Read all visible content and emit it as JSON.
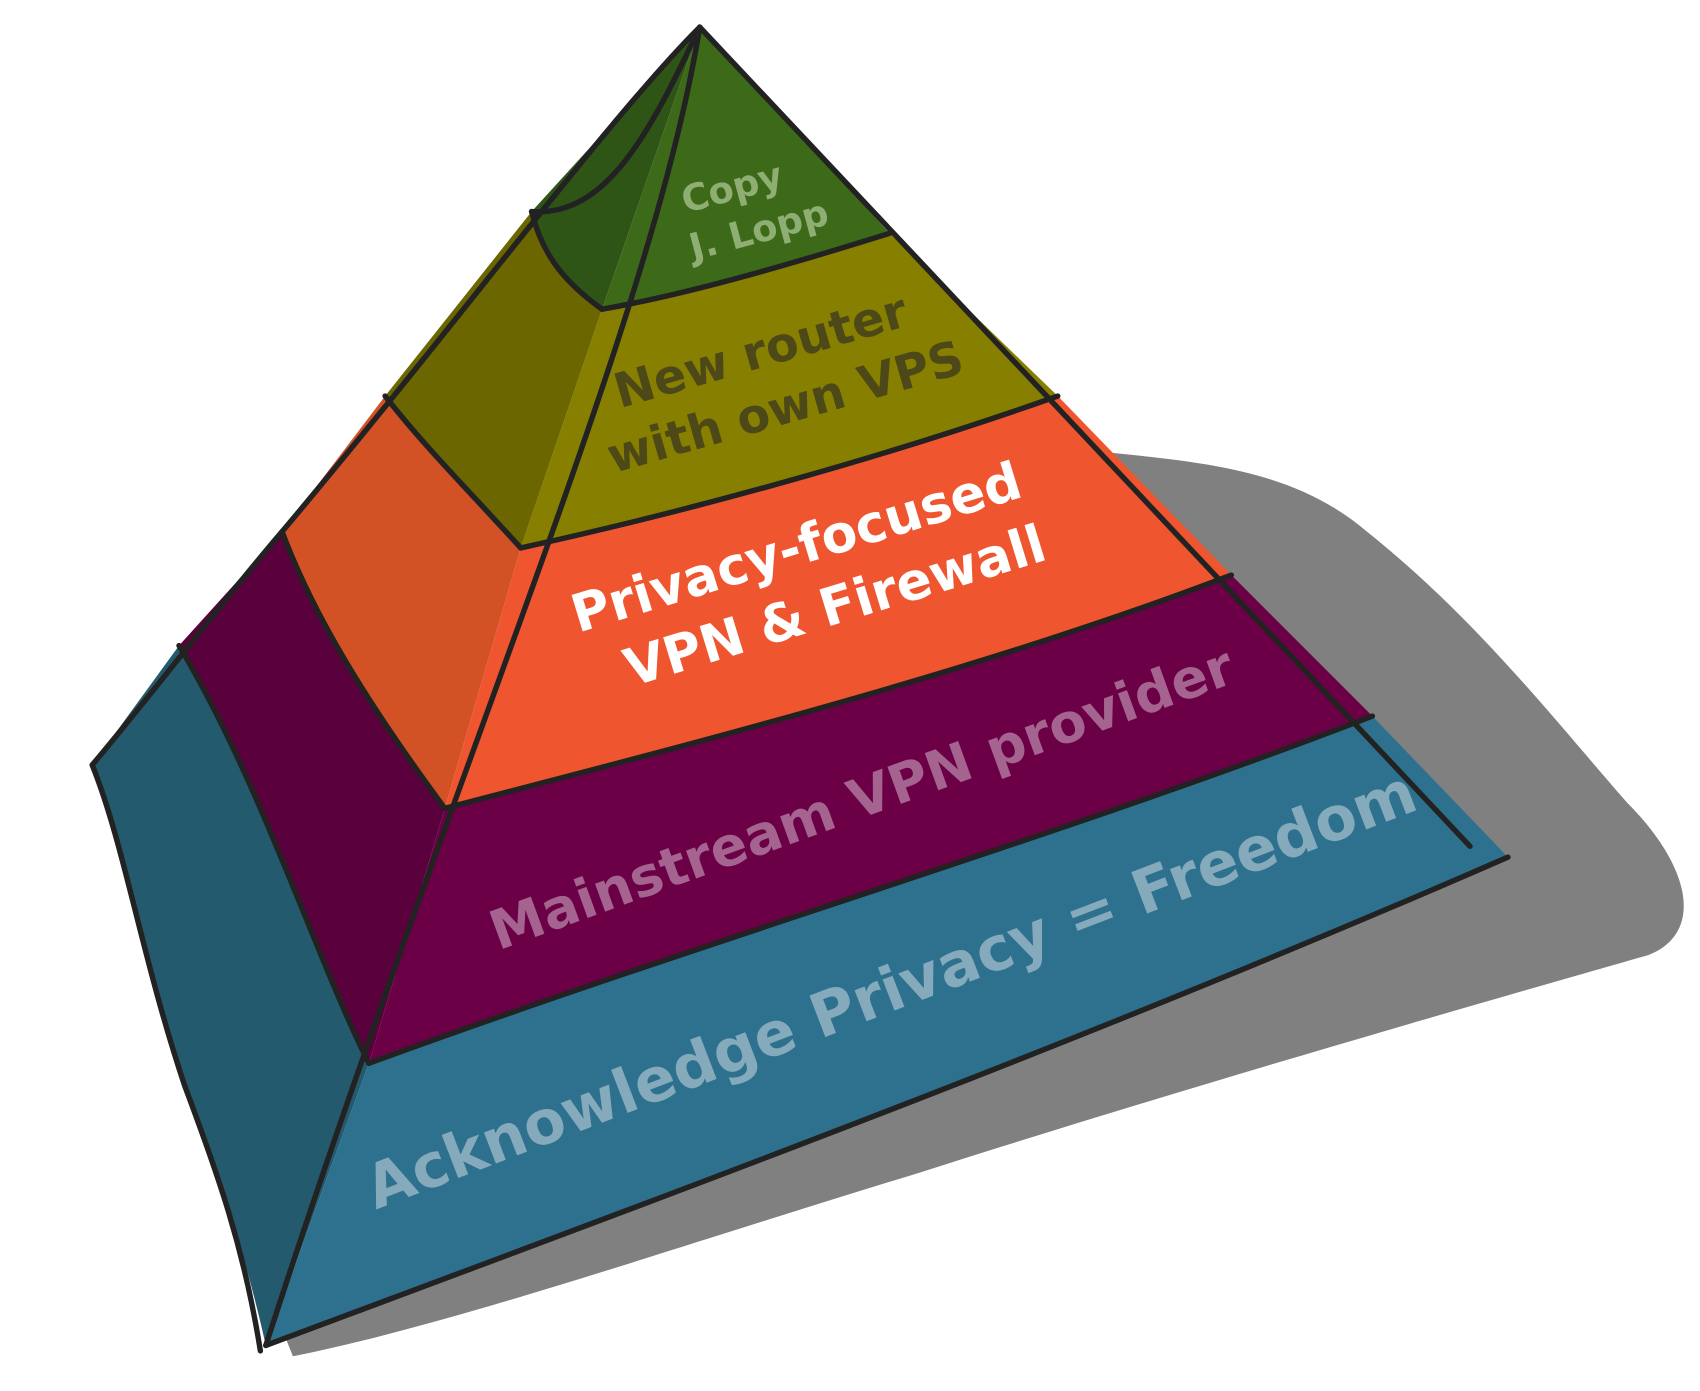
{
  "title": "Privacy pyramid",
  "layers": [
    {
      "lines": [
        "Copy",
        "J. Lopp"
      ],
      "front": "#3d6a18",
      "side": "#2e5516",
      "text": "#8fae74"
    },
    {
      "lines": [
        "New router",
        "with own VPS"
      ],
      "front": "#877f00",
      "side": "#6c6600",
      "text": "#4c4818"
    },
    {
      "lines": [
        "Privacy-focused",
        "VPN & Firewall"
      ],
      "front": "#ef5630",
      "side": "#d25226",
      "text": "#ffffff"
    },
    {
      "lines": [
        "Mainstream VPN provider"
      ],
      "front": "#6b0047",
      "side": "#5a003c",
      "text": "#a5648f"
    },
    {
      "lines": [
        "Acknowledge Privacy = Freedom"
      ],
      "front": "#2e718e",
      "side": "#245a6e",
      "text": "#84aabb"
    }
  ],
  "shadow_color": "#808080",
  "outline_color": "#222222"
}
